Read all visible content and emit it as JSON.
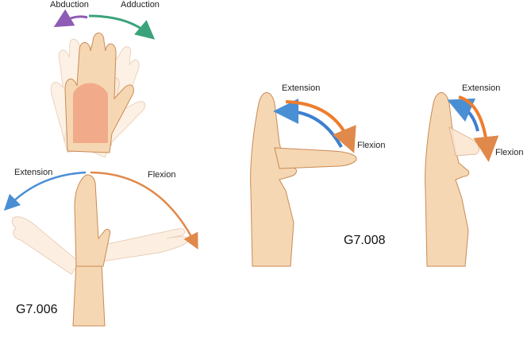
{
  "panels": {
    "wrist_abduction": {
      "label_left": "Abduction",
      "label_right": "Adduction",
      "arrow_left_color": "#8e5bb5",
      "arrow_right_color": "#3aa37a"
    },
    "wrist_flex_ext": {
      "label_left": "Extension",
      "label_right": "Flexion",
      "code": "G7.006",
      "arrow_left_color": "#4a8fd4",
      "arrow_right_color": "#e0894b"
    },
    "thumb_flex_ext_a": {
      "label_extension": "Extension",
      "label_flexion": "Flexion",
      "arrow_extension_color": "#3d7fd0",
      "arrow_flexion_color": "#ee7d2d"
    },
    "thumb_flex_ext_b": {
      "label_extension": "Extension",
      "label_flexion": "Flexion",
      "arrow_extension_color": "#3d7fd0",
      "arrow_flexion_color": "#ee7d2d"
    },
    "thumb_code": "G7.008"
  },
  "colors": {
    "skin": "#f6d7b3",
    "skin_shadow": "#e8b98a",
    "skin_outline": "#c98a55",
    "skin_highlight": "#ef9c7e"
  }
}
